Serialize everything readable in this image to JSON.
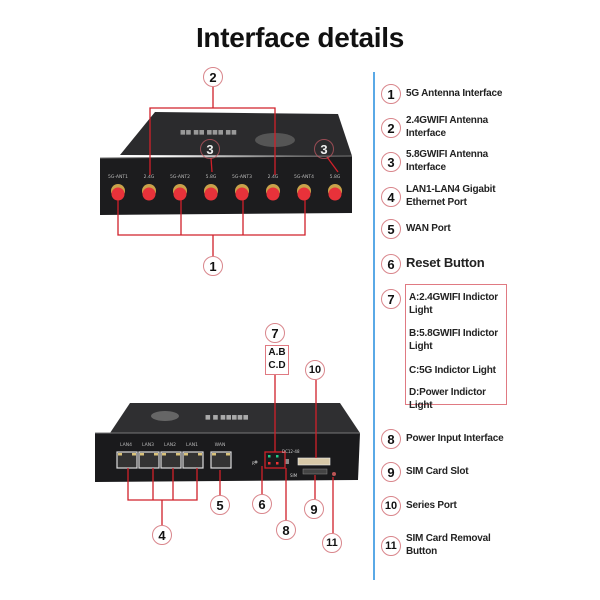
{
  "title": "Interface details",
  "legend": [
    {
      "num": "1",
      "text": "5G Antenna Interface"
    },
    {
      "num": "2",
      "text": "2.4GWIFI Antenna Interface"
    },
    {
      "num": "3",
      "text": "5.8GWIFI Antenna Interface"
    },
    {
      "num": "4",
      "text": "LAN1-LAN4 Gigabit Ethernet Port"
    },
    {
      "num": "5",
      "text": "WAN Port"
    },
    {
      "num": "6",
      "text": "Reset Button"
    },
    {
      "num": "7",
      "text": ""
    },
    {
      "num": "8",
      "text": "Power Input Interface"
    },
    {
      "num": "9",
      "text": "SIM Card Slot"
    },
    {
      "num": "10",
      "text": "Series Port"
    },
    {
      "num": "11",
      "text": "SIM Card Removal Button"
    }
  ],
  "lights": [
    "A:2.4GWIFI Indictor Light",
    "B:5.8GWIFI Indictor Light",
    "C:5G Indictor Light",
    "D:Power Indictor Light"
  ],
  "indicator_label": {
    "line1": "A.B",
    "line2": "C.D"
  },
  "front_panel": {
    "antenna_labels": [
      "5G-ANT1",
      "2.4G",
      "5G-ANT2",
      "5.8G",
      "5G-ANT3",
      "2.4G",
      "5G-ANT4",
      "5.8G"
    ]
  },
  "rear_panel": {
    "port_labels": [
      "LAN4",
      "LAN3",
      "LAN2",
      "LAN1",
      "WAN"
    ],
    "power_label": "DC12-48",
    "reset_label": "R",
    "sim_label": "SIM"
  },
  "colors": {
    "callout_line": "#d0202a",
    "callout_border": "#d9868c",
    "divider": "#5aa9e6",
    "connector": "#e8323a"
  }
}
